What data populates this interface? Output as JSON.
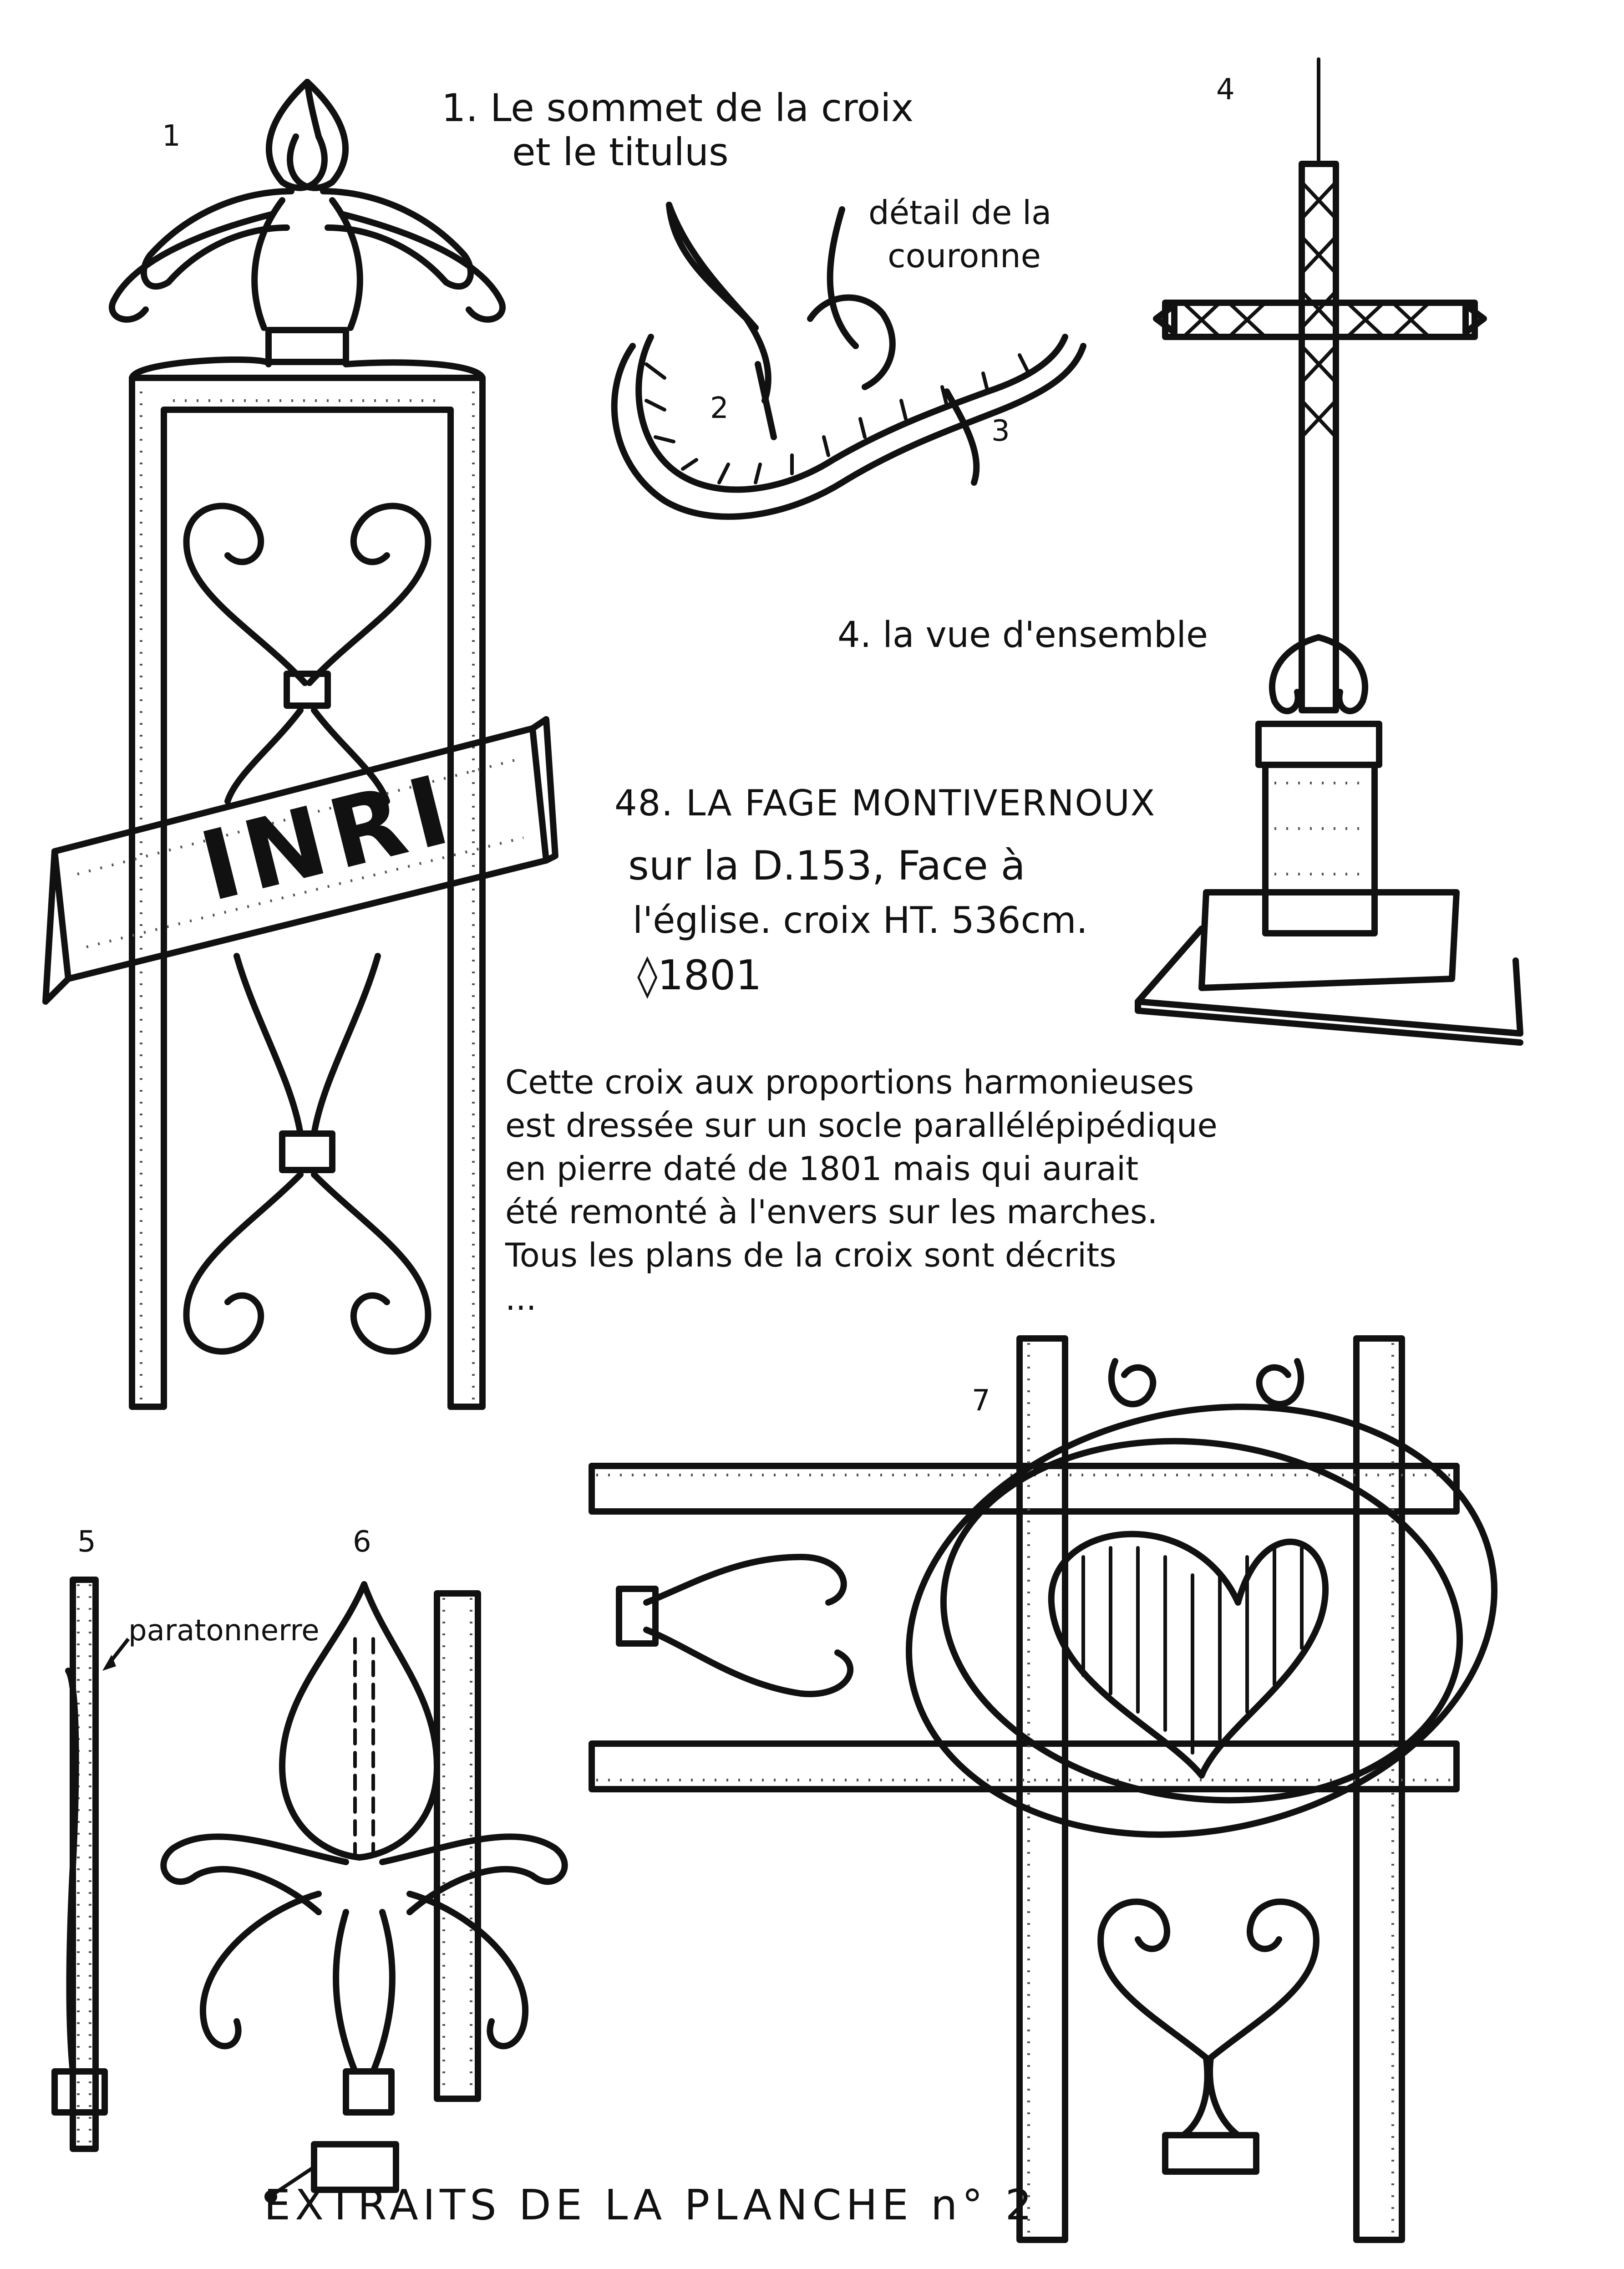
{
  "page": {
    "figure_numbers": {
      "n1": "1",
      "n2": "2",
      "n3": "3",
      "n4": "4",
      "n5": "5",
      "n6": "6",
      "n7": "7"
    },
    "caption_summit_line1": "1. Le sommet de la croix",
    "caption_summit_line2": "et le titulus",
    "caption_crown_line1": "détail de la",
    "caption_crown_line2": "couronne",
    "caption_overview": "4. la vue d'ensemble",
    "titulus_text": "INRI",
    "entry_title": "48. LA FAGE MONTIVERNOUX",
    "entry_line2": "sur la D.153, Face à",
    "entry_line3": "l'église. croix HT. 536cm.",
    "entry_date": "◊1801",
    "description": [
      "Cette croix aux proportions harmonieuses",
      "est dressée sur un socle parallélépipédique",
      "en pierre daté de 1801 mais qui aurait",
      "été remonté à l'envers sur les marches.",
      "Tous les plans de la croix sont décrits",
      "..."
    ],
    "lightning_rod_label": "paratonnerre",
    "plate_caption": "EXTRAITS DE LA PLANCHE n° 2"
  },
  "colors": {
    "ink": "#111111",
    "paper": "#ffffff"
  }
}
